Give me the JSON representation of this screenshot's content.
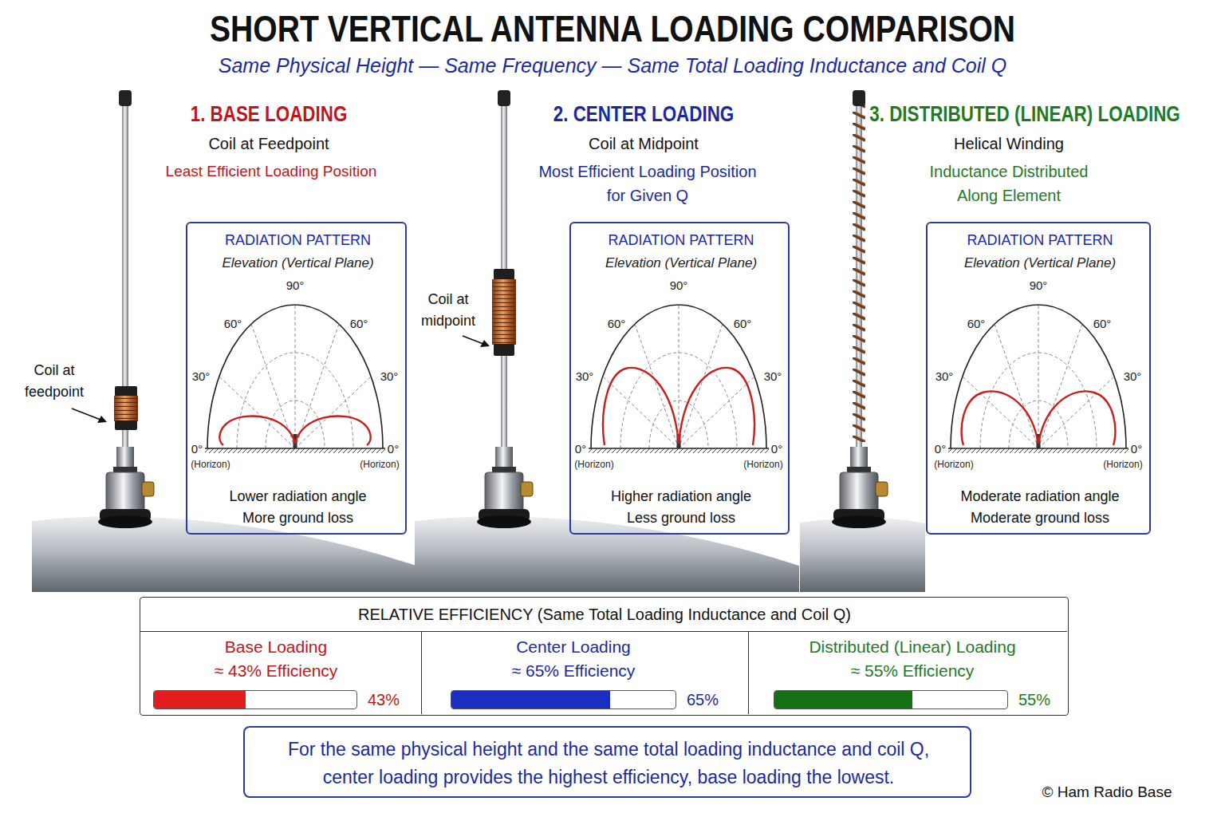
{
  "diagram": {
    "title": "SHORT VERTICAL ANTENNA LOADING COMPARISON",
    "nodes": [
      {
        "text": [
          "RADIATION PATTERN",
          "Elevation (Vertical Plane)",
          "Lower radiation angle More ground loss"
        ]
      },
      {
        "text": [
          "RADIATION PATTERN",
          "Elevation (Vertical Plane)",
          "Higher radiation angle Less ground loss"
        ]
      },
      {
        "text": [
          "RADIATION PATTERN",
          "Elevation (Vertical Plane)",
          "Moderate radiation angle Moderate ground loss"
        ]
      },
      {
        "text": [
          "RELATIVE EFFICIENCY (Same Total Loading Inductance and Coil Q)"
        ]
      },
      {
        "text": [
          "Base Loading",
          "≈ 43% Efficiency",
          "43%"
        ],
        "in": 3
      },
      {
        "text": [
          "Center Loading",
          "≈ 65% Efficiency",
          "65%"
        ],
        "in": 3
      },
      {
        "text": [
          "Distributed (Linear) Loading",
          "≈ 55% Efficiency",
          "55%"
        ],
        "in": 3
      },
      {
        "text": [
          "For the same physical height and the same total loading inductance and coil Q, center loading provides the highest efficiency, base loading the lowest."
        ]
      }
    ],
    "labels": [
      "Same Physical Height — Same Frequency — Same Total Loading Inductance and Coil Q",
      "1. BASE LOADING",
      "Coil at Feedpoint",
      "Least Efficient Loading Position",
      "Coil at feedpoint",
      "90°",
      "60°",
      "60°",
      "30°",
      "30°",
      "0°",
      "0°",
      "(Horizon)",
      "(Horizon)",
      "2. CENTER LOADING",
      "Coil at Midpoint",
      "Most Efficient Loading Position for Given Q",
      "Coil at midpoint",
      "90°",
      "60°",
      "60°",
      "30°",
      "30°",
      "0°",
      "0°",
      "(Horizon)",
      "(Horizon)",
      "3. DISTRIBUTED (LINEAR) LOADING",
      "Helical Winding",
      "Inductance Distributed Along Element",
      "90°",
      "60°",
      "60°",
      "30°",
      "30°",
      "0°",
      "0°",
      "(Horizon)",
      "(Horizon)",
      "© Ham Radio Base"
    ]
  }
}
